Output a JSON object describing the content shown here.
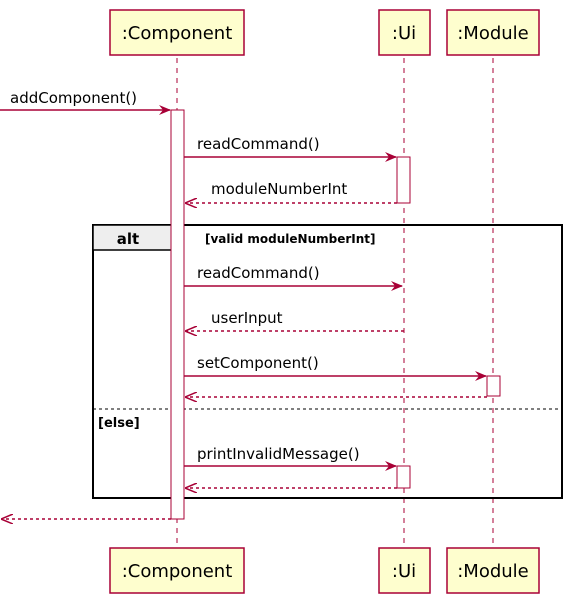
{
  "participants": {
    "component": {
      "label": ":Component"
    },
    "ui": {
      "label": ":Ui"
    },
    "module": {
      "label": ":Module"
    }
  },
  "messages": {
    "add_component": "addComponent()",
    "read_command_1": "readCommand()",
    "module_number_int": "moduleNumberInt",
    "read_command_2": "readCommand()",
    "user_input": "userInput",
    "set_component": "setComponent()",
    "print_invalid_message": "printInvalidMessage()"
  },
  "fragment": {
    "operator": "alt",
    "guard": "[valid moduleNumberInt]",
    "else_guard": "[else]"
  },
  "colors": {
    "participant_fill": "#FEFECE",
    "participant_border": "#A80036",
    "arrow": "#A80036",
    "frame_border": "#000000"
  }
}
